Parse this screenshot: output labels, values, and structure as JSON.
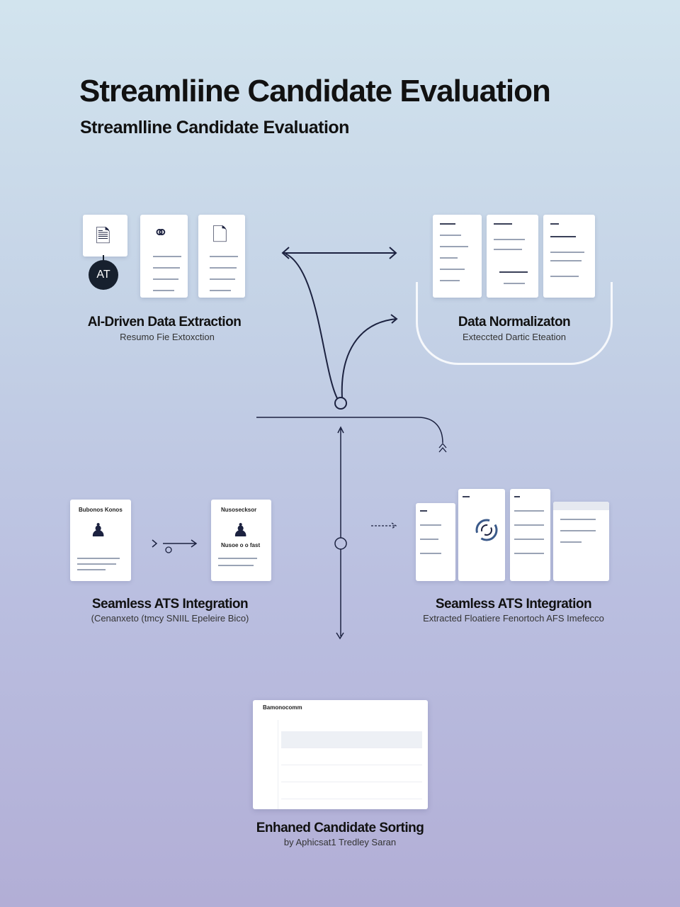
{
  "header": {
    "title": "Streamliine Candidate Evaluation",
    "subtitle": "Streamlline Candidate Evaluation"
  },
  "steps": [
    {
      "title": "Al-Driven Data Extraction",
      "subtitle": "Resumo Fie Extoxction",
      "badge": "AT"
    },
    {
      "title": "Data Normalizaton",
      "subtitle": "Exteccted Dartic Eteation"
    },
    {
      "title": "Seamless ATS Integration",
      "subtitle": "(Cenanxeto (tmcy SNIIL Epeleire Bico)",
      "card_labels": [
        "Bubonos Konos",
        "Nusosecksor"
      ],
      "card_sub": [
        "Nusoe o o fast"
      ]
    },
    {
      "title": "Seamless ATS Integration",
      "subtitle": "Extracted Floatiere Fenortoch AFS Imefecco"
    },
    {
      "title": "Enhaned Candidate Sorting",
      "subtitle": "by Aphicsat1 Tredley Saran",
      "window_title": "Bamonocomm"
    }
  ],
  "colors": {
    "accent": "#1c2240",
    "background_top": "#d2e4ee",
    "background_bottom": "#b2aed6"
  }
}
